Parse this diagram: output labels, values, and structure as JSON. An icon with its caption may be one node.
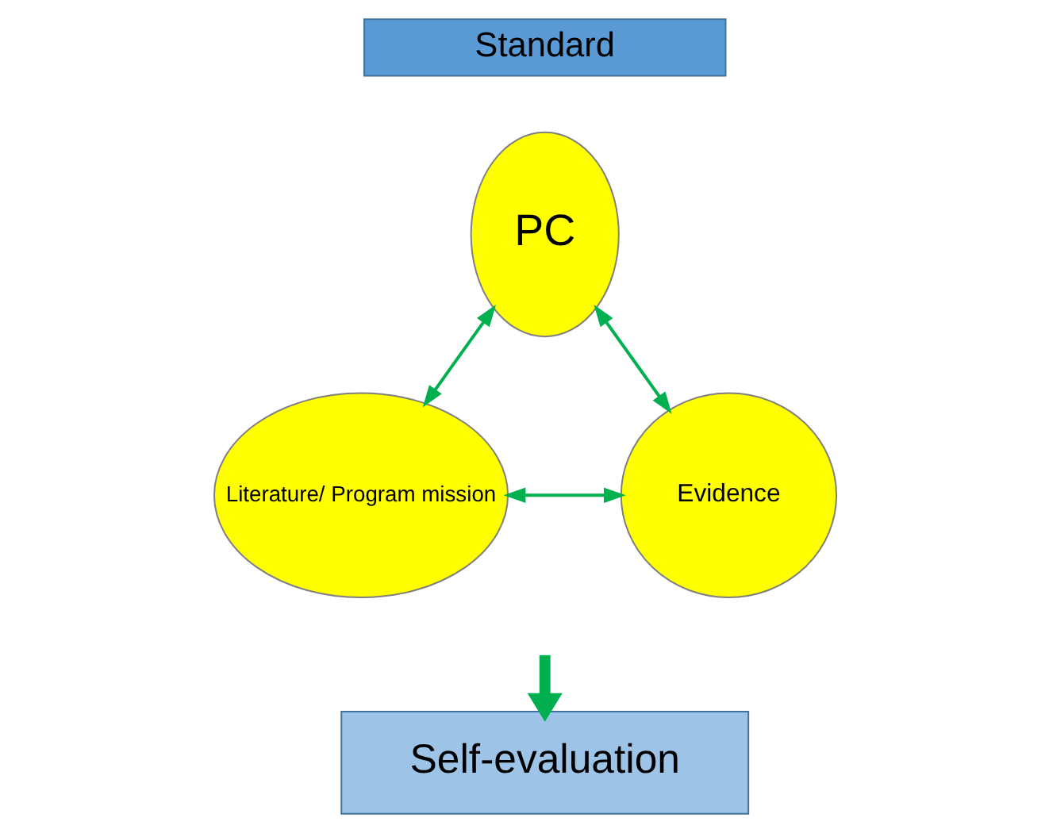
{
  "diagram": {
    "nodes": [
      {
        "text": [
          "Standard"
        ]
      },
      {
        "text": [
          "PC"
        ]
      },
      {
        "text": [
          "Literature/ Program mission"
        ]
      },
      {
        "text": [
          "Evidence"
        ]
      },
      {
        "text": [
          "Self-evaluation"
        ]
      }
    ],
    "edges": [
      {
        "from": 1,
        "to": 2,
        "arrow": "both"
      },
      {
        "from": 1,
        "to": 3,
        "arrow": "both"
      },
      {
        "from": 2,
        "to": 3,
        "arrow": "both"
      },
      {
        "from": null,
        "to": 4,
        "arrow": "to",
        "style": "thick"
      }
    ]
  }
}
